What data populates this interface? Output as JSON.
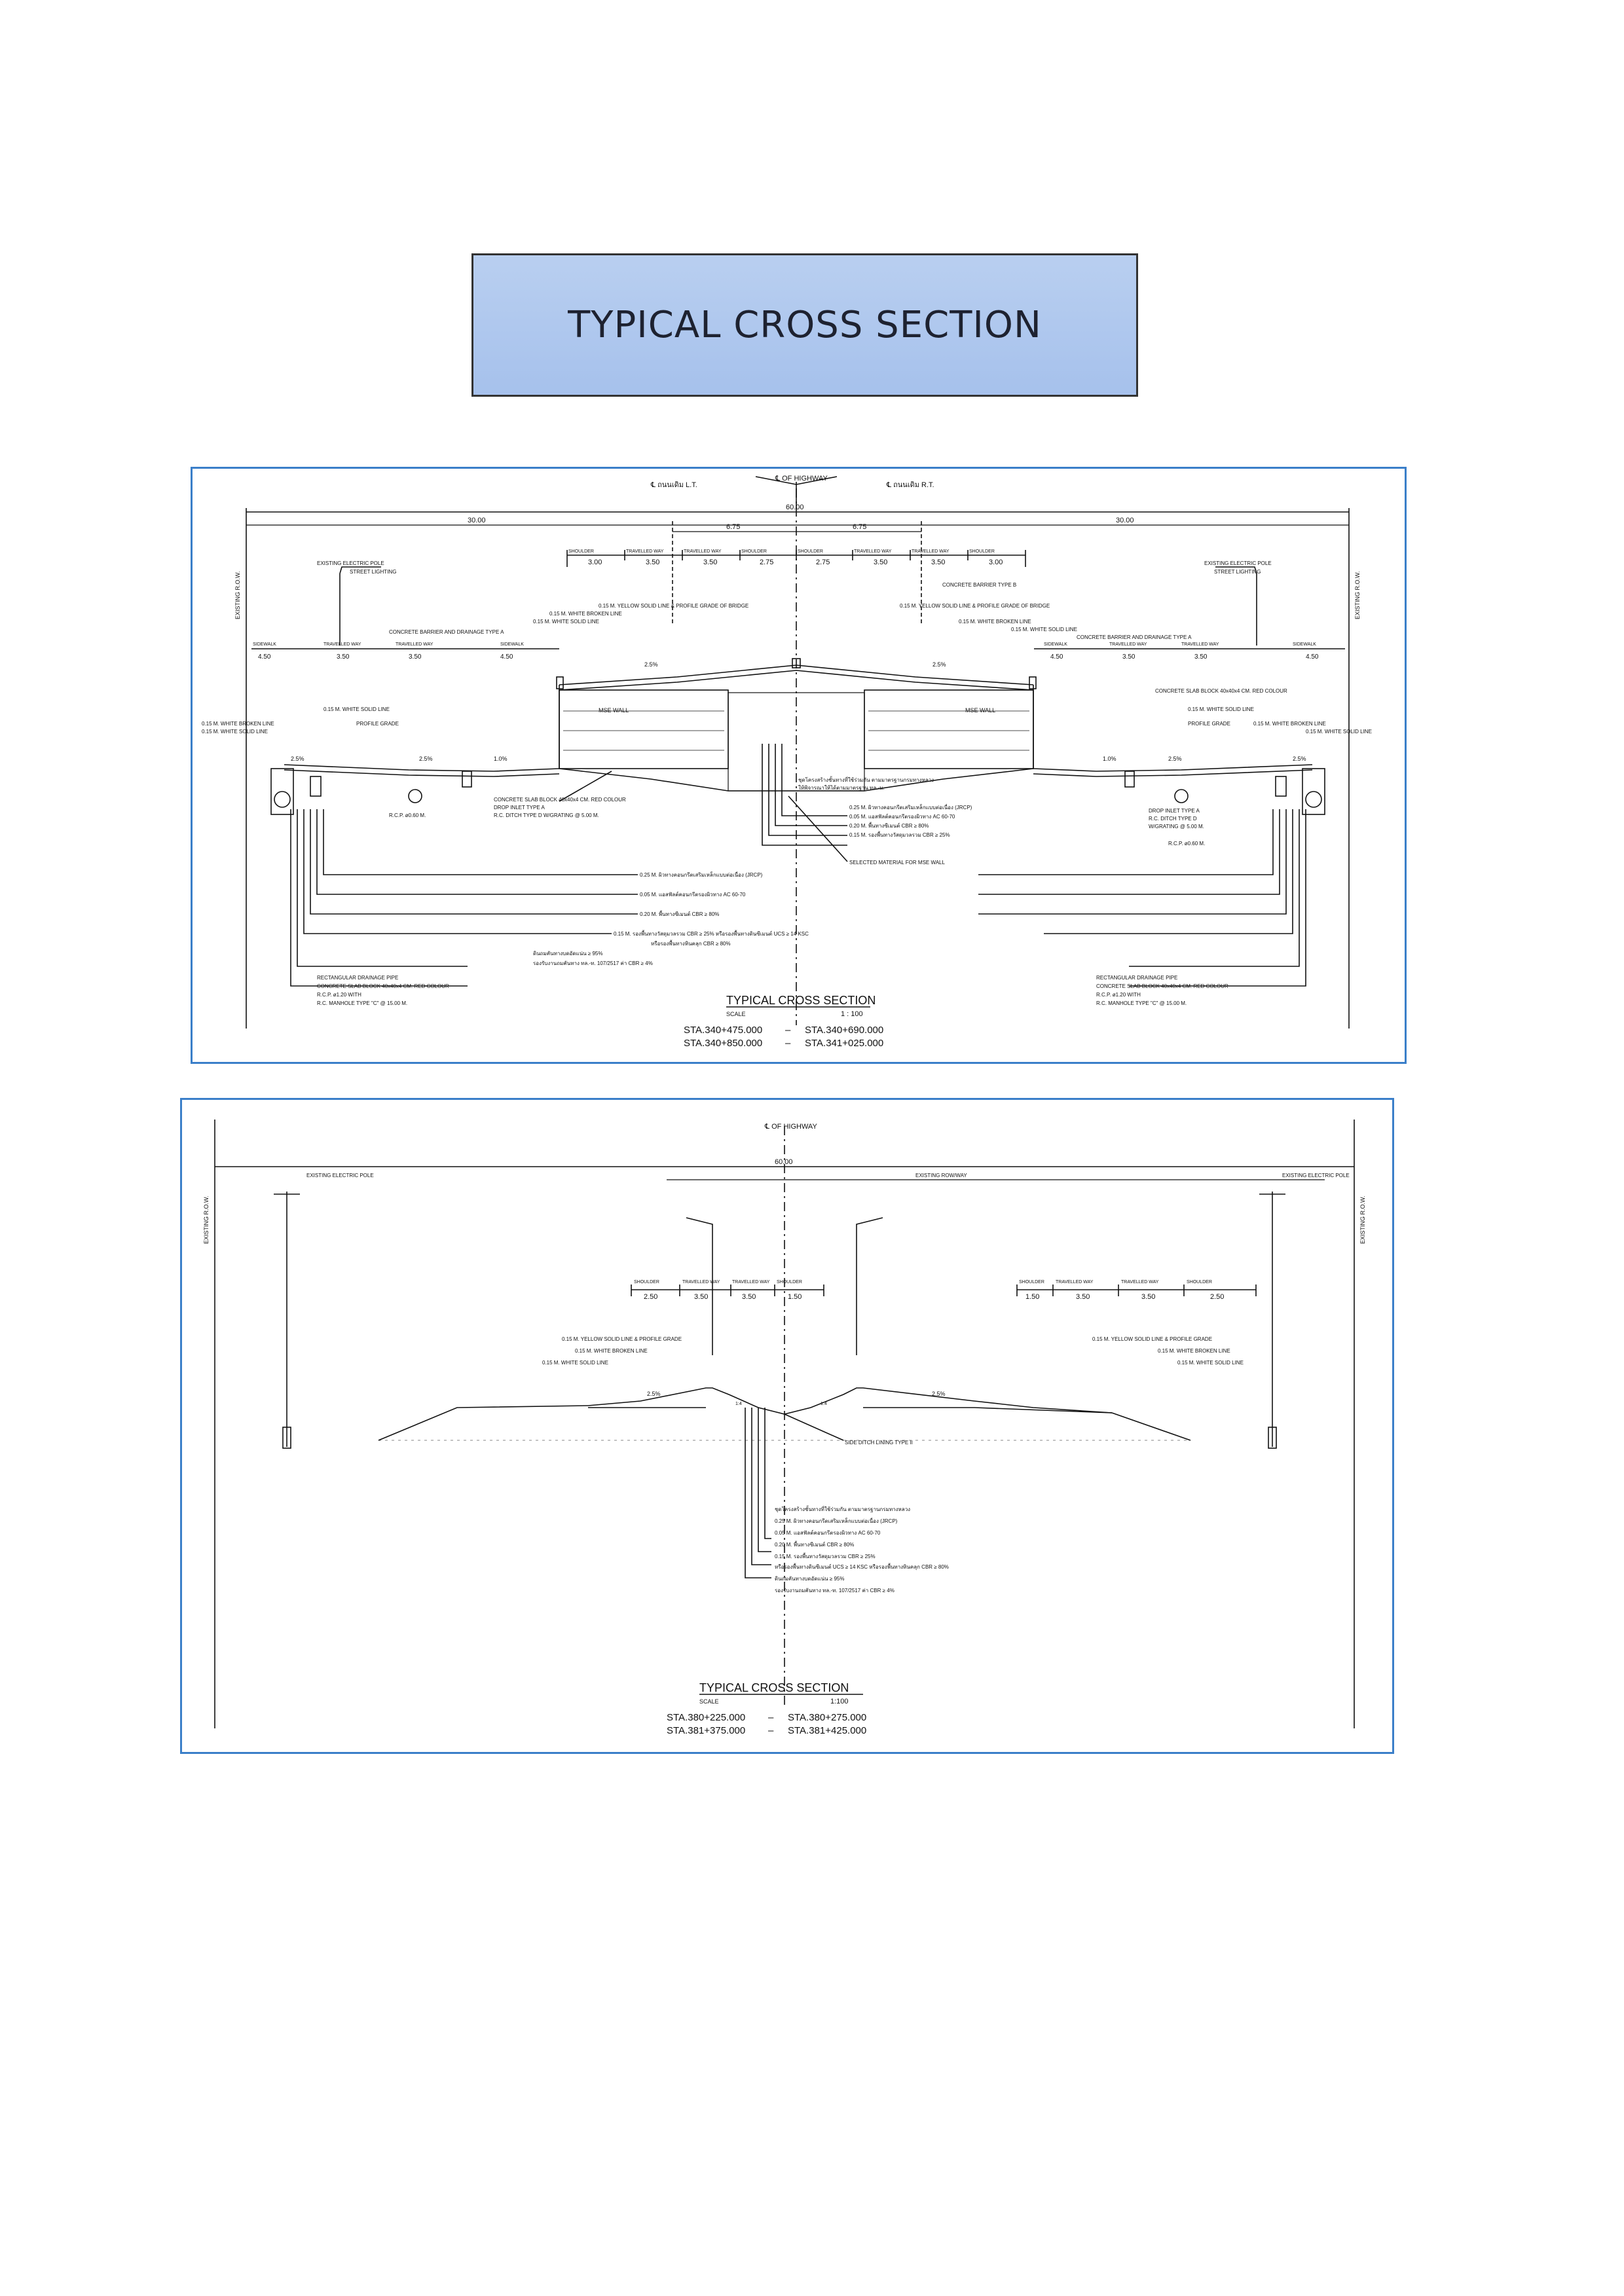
{
  "page_title": "TYPICAL CROSS SECTION",
  "section1": {
    "top_labels": [
      "℄ ถนนเดิม L.T.",
      "℄ OF HIGHWAY",
      "℄ ถนนเดิม R.T."
    ],
    "row_width": "60.00",
    "half_left": "30.00",
    "half_right": "30.00",
    "inner_left": "6.75",
    "inner_right": "6.75",
    "lane_heads": [
      "SHOULDER",
      "TRAVELLED WAY",
      "TRAVELLED WAY",
      "SHOULDER",
      "SHOULDER",
      "TRAVELLED WAY",
      "TRAVELLED WAY",
      "SHOULDER"
    ],
    "lane_widths": [
      "3.00",
      "3.50",
      "3.50",
      "2.75",
      "2.75",
      "3.50",
      "3.50",
      "3.00"
    ],
    "side_heads_left": [
      "SIDEWALK",
      "TRAVELLED WAY",
      "TRAVELLED WAY",
      "SIDEWALK"
    ],
    "side_widths_left": [
      "4.50",
      "3.50",
      "3.50",
      "4.50"
    ],
    "side_heads_right": [
      "SIDEWALK",
      "TRAVELLED WAY",
      "TRAVELLED WAY",
      "SIDEWALK"
    ],
    "side_widths_right": [
      "4.50",
      "3.50",
      "3.50",
      "4.50"
    ],
    "notes_left": [
      "EXISTING ELECTRIC POLE",
      "STREET LIGHTING",
      "0.15 M. YELLOW SOLID LINE & PROFILE GRADE OF BRIDGE",
      "0.15 M. WHITE BROKEN LINE",
      "0.15 M. WHITE SOLID LINE",
      "CONCRETE BARRIER AND DRAINAGE TYPE A",
      "0.15 M. WHITE SOLID LINE",
      "0.15 M. WHITE BROKEN LINE",
      "0.15 M. WHITE SOLID LINE",
      "PROFILE GRADE",
      "CONCRETE SLAB BLOCK 40x40x4 CM. RED COLOUR",
      "DROP INLET TYPE A",
      "R.C. DITCH TYPE D W/GRATING @ 5.00 M.",
      "R.C.P. ø0.60 M."
    ],
    "notes_right": [
      "EXISTING ELECTRIC POLE",
      "STREET LIGHTING",
      "CONCRETE BARRIER TYPE B",
      "0.15 M. YELLOW SOLID LINE & PROFILE GRADE OF BRIDGE",
      "0.15 M. WHITE BROKEN LINE",
      "0.15 M. WHITE SOLID LINE",
      "CONCRETE BARRIER AND DRAINAGE TYPE A",
      "CONCRETE SLAB BLOCK 40x40x4 CM. RED COLOUR",
      "0.15 M. WHITE SOLID LINE",
      "PROFILE GRADE",
      "0.15 M. WHITE BROKEN LINE",
      "0.15 M. WHITE SOLID LINE",
      "DROP INLET TYPE A",
      "R.C. DITCH TYPE D",
      "W/GRATING @ 5.00 M.",
      "R.C.P. ø0.60 M."
    ],
    "wall_left": "MSE WALL",
    "wall_right": "MSE WALL",
    "slopes": [
      "2.5%",
      "2.5%",
      "2.5%",
      "2.5%",
      "1.0%",
      "1.0%",
      "2.5%",
      "2.5%"
    ],
    "layer_notes_center": [
      "ชุดโครงสร้างชั้นทางที่ใช้ร่วมกัน ตามมาตรฐานกรมทางหลวง",
      "ให้พิจารณาให้ได้ตามมาตรฐาน ทล.-ม.",
      "0.25 M. ผิวทางคอนกรีตเสริมเหล็กแบบต่อเนื่อง (JRCP)",
      "0.05 M. แอสฟัลต์คอนกรีตรองผิวทาง AC 60-70",
      "0.20 M. พื้นทางซีเมนต์ CBR ≥ 80%",
      "0.15 M. รองพื้นทางวัสดุมวลรวม CBR ≥ 25%",
      "SELECTED MATERIAL FOR MSE WALL"
    ],
    "layer_notes_bottom": [
      "0.25 M. ผิวทางคอนกรีตเสริมเหล็กแบบต่อเนื่อง (JRCP)",
      "0.05 M. แอสฟัลต์คอนกรีตรองผิวทาง AC 60-70",
      "0.20 M. พื้นทางซีเมนต์ CBR ≥ 80%",
      "0.15 M. รองพื้นทางวัสดุมวลรวม CBR ≥ 25% หรือรองพื้นทางดินซีเมนต์ UCS ≥ 14 KSC",
      "หรือรองพื้นทางหินคลุก CBR ≥ 80%",
      "ดินถมคันทางบดอัดแน่น ≥ 95%",
      "รองรับงานถมคันทาง ทล.-ท. 107/2517 ค่า CBR ≥ 4%"
    ],
    "bottom_left": [
      "RECTANGULAR DRAINAGE PIPE",
      "CONCRETE SLAB BLOCK 40x40x4 CM. RED COLOUR",
      "R.C.P. ø1.20 WITH",
      "R.C. MANHOLE TYPE \"C\" @ 15.00 M."
    ],
    "bottom_right": [
      "RECTANGULAR DRAINAGE PIPE",
      "CONCRETE SLAB BLOCK 40x40x4 CM. RED COLOUR",
      "R.C.P. ø1.20 WITH",
      "R.C. MANHOLE TYPE \"C\" @ 15.00 M."
    ],
    "side_left_rotated": "EXISTING R.O.W.",
    "side_right_rotated": "EXISTING R.O.W.",
    "caption": "TYPICAL CROSS SECTION",
    "scale_label": "SCALE",
    "scale_value": "1 : 100",
    "sta_1a": "STA.340+475.000",
    "sta_1b": "STA.340+690.000",
    "sta_2a": "STA.340+850.000",
    "sta_2b": "STA.341+025.000",
    "dash": "–"
  },
  "section2": {
    "top_label": "℄ OF HIGHWAY",
    "row_width": "60.00",
    "existing_pole_left": "EXISTING ELECTRIC POLE",
    "existing_pole_right": "EXISTING ELECTRIC POLE",
    "existing_row": "EXISTING ROW/WAY",
    "lane_heads_left": [
      "SHOULDER",
      "TRAVELLED WAY",
      "TRAVELLED WAY",
      "SHOULDER"
    ],
    "lane_widths_left": [
      "2.50",
      "3.50",
      "3.50",
      "1.50"
    ],
    "lane_heads_right": [
      "SHOULDER",
      "TRAVELLED WAY",
      "TRAVELLED WAY",
      "SHOULDER"
    ],
    "lane_widths_right": [
      "1.50",
      "3.50",
      "3.50",
      "2.50"
    ],
    "notes_left": [
      "0.15 M. YELLOW SOLID LINE & PROFILE GRADE",
      "0.15 M. WHITE BROKEN LINE",
      "0.15 M. WHITE SOLID LINE"
    ],
    "notes_right": [
      "0.15 M. YELLOW SOLID LINE & PROFILE GRADE",
      "0.15 M. WHITE BROKEN LINE",
      "0.15 M. WHITE SOLID LINE"
    ],
    "slopes": [
      "2.5%",
      "2.5%"
    ],
    "side_slopes": [
      "1:4",
      "1:4"
    ],
    "ditch": "SIDE DITCH LINING TYPE II",
    "layer_notes": [
      "ชุดโครงสร้างชั้นทางที่ใช้ร่วมกัน ตามมาตรฐานกรมทางหลวง",
      "0.25 M. ผิวทางคอนกรีตเสริมเหล็กแบบต่อเนื่อง (JRCP)",
      "0.05 M. แอสฟัลต์คอนกรีตรองผิวทาง AC 60-70",
      "0.20 M. พื้นทางซีเมนต์ CBR ≥ 80%",
      "0.15 M. รองพื้นทางวัสดุมวลรวม CBR ≥ 25%",
      "หรือรองพื้นทางดินซีเมนต์ UCS ≥ 14 KSC หรือรองพื้นทางหินคลุก CBR ≥ 80%",
      "ดินถมคันทางบดอัดแน่น ≥ 95%",
      "รองรับงานถมคันทาง ทล.-ท. 107/2517 ค่า CBR ≥ 4%"
    ],
    "side_left_rotated": "EXISTING R.O.W.",
    "side_right_rotated": "EXISTING R.O.W.",
    "caption": "TYPICAL CROSS SECTION",
    "scale_label": "SCALE",
    "scale_value": "1:100",
    "sta_1a": "STA.380+225.000",
    "sta_1b": "STA.380+275.000",
    "sta_2a": "STA.381+375.000",
    "sta_2b": "STA.381+425.000",
    "dash": "–"
  }
}
